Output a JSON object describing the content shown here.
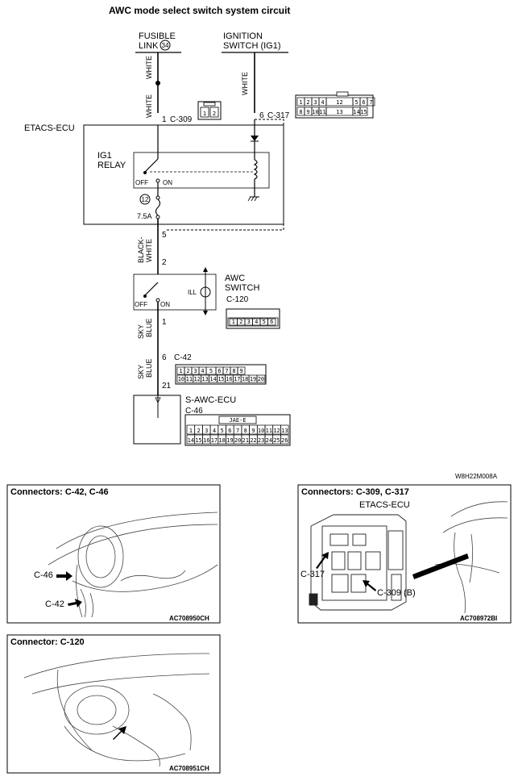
{
  "title": "AWC mode select switch system circuit",
  "fusible_link": {
    "label_line1": "FUSIBLE",
    "label_line2": "LINK",
    "number": "34"
  },
  "ignition_switch": {
    "label_line1": "IGNITION",
    "label_line2": "SWITCH (IG1)"
  },
  "wires": {
    "white_a": "WHITE",
    "white_b": "WHITE",
    "white_ig": "WHITE",
    "black_white_1": "BLACK-",
    "black_white_2": "WHITE",
    "sky_blue_a1": "SKY",
    "sky_blue_a2": "BLUE",
    "sky_blue_b1": "SKY",
    "sky_blue_b2": "BLUE"
  },
  "pins": {
    "c309_pin": "1",
    "c309_label": "C-309",
    "c317_pin": "6",
    "c317_label": "C-317",
    "pin_5": "5",
    "pin_2": "2",
    "pin_1": "1",
    "c42_pin": "6",
    "c42_label": "C-42",
    "c46_pin": "21"
  },
  "etacs": {
    "label": "ETACS-ECU"
  },
  "relay": {
    "line1": "IG1",
    "line2": "RELAY",
    "off": "OFF",
    "on": "ON"
  },
  "fuse": {
    "number": "12",
    "rating": "7.5A"
  },
  "awc_switch": {
    "line1": "AWC",
    "line2": "SWITCH",
    "connector": "C-120",
    "ill": "ILL",
    "off": "OFF",
    "on": "ON"
  },
  "s_awc": {
    "label": "S-AWC-ECU",
    "connector": "C-46"
  },
  "connector_faces": {
    "c309": [
      "1",
      "2"
    ],
    "c317_top": [
      "1",
      "2",
      "3",
      "4",
      "12",
      "5",
      "6",
      "7"
    ],
    "c317_bottom": [
      "8",
      "9",
      "10",
      "11",
      "13",
      "14",
      "15"
    ],
    "c120": [
      "1",
      "2",
      "3",
      "4",
      "5",
      "6"
    ],
    "c42_top": [
      "1",
      "2",
      "3",
      "4",
      "5",
      "6",
      "7",
      "8",
      "9"
    ],
    "c42_bottom": [
      "10",
      "11",
      "12",
      "13",
      "14",
      "15",
      "16",
      "17",
      "18",
      "19",
      "20"
    ],
    "c46_tag": "JAE-E",
    "c46_top": [
      "1",
      "2",
      "3",
      "4",
      "5",
      "6",
      "7",
      "8",
      "9",
      "10",
      "11",
      "12",
      "13"
    ],
    "c46_bottom": [
      "14",
      "15",
      "16",
      "17",
      "18",
      "19",
      "20",
      "21",
      "22",
      "23",
      "24",
      "25",
      "26"
    ]
  },
  "diagram_code": "W8H22M008A",
  "panels": {
    "p1": {
      "title": "Connectors: C-42, C-46",
      "callout_a": "C-46",
      "callout_b": "C-42",
      "code": "AC708950CH"
    },
    "p2": {
      "title": "Connectors: C-309, C-317",
      "sub": "ETACS-ECU",
      "callout_a": "C-317",
      "callout_b": "C-309 (B)",
      "code": "AC708972BI"
    },
    "p3": {
      "title": "Connector: C-120",
      "code": "AC708951CH"
    }
  }
}
